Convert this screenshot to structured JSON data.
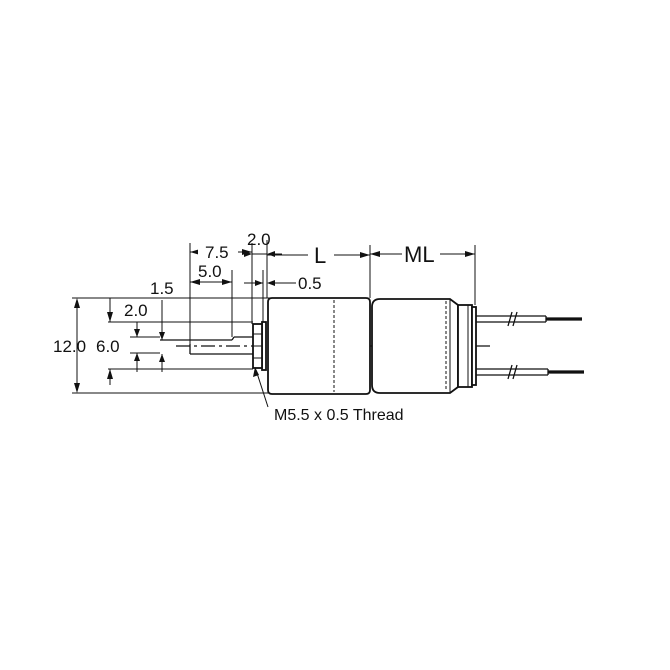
{
  "diagram": {
    "type": "mechanical-dimension-drawing",
    "subject": "cylindrical motor/encoder with threaded shaft and lead wires",
    "dimensions": {
      "overall_diameter": "12.0",
      "boss_diameter": "6.0",
      "shaft_diameter": "2.0",
      "flat_height": "1.5",
      "shaft_length": "7.5",
      "flat_length": "5.0",
      "thread_length": "2.0",
      "flange_thickness": "0.5",
      "body_length": "L",
      "module_length": "ML"
    },
    "callouts": {
      "thread": "M5.5 x 0.5 Thread"
    }
  }
}
